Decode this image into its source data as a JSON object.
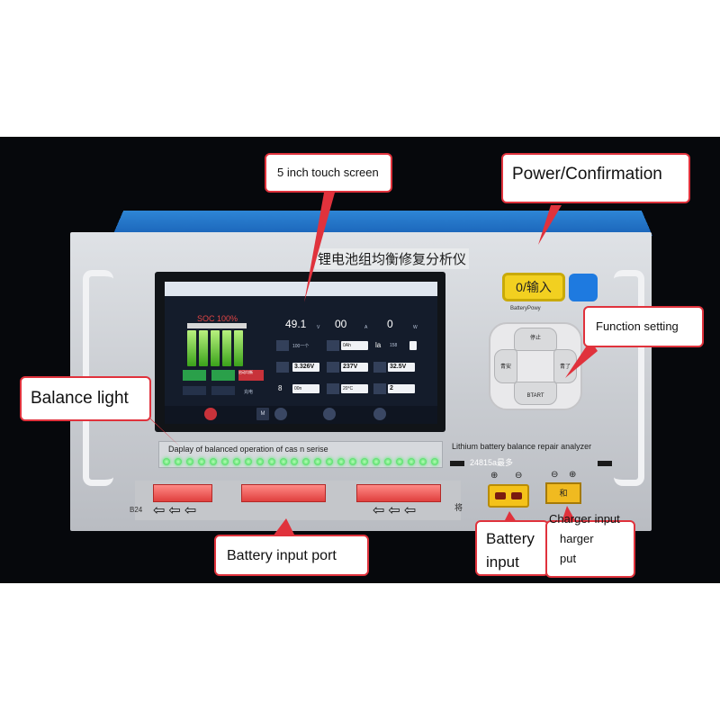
{
  "device": {
    "title": "锂电池组均衡修复分析仪",
    "analyzer_label": "Lithium battery balance repair analyzer",
    "model_label": "24815a最多",
    "balance_text": "Daplay of balanced operation of cas n serise",
    "port_prefix": "B24",
    "port_suffix": "将",
    "plus_symbol": "⊕",
    "minus_symbol": "⊖",
    "charger_button_label": "和"
  },
  "screen": {
    "soc_label": "SOC 100%",
    "voltage": "49.1",
    "voltage_unit": "V",
    "current": "00",
    "current_unit": "A",
    "power": "0",
    "power_unit": "W",
    "row1_small": "100一个",
    "row1_box2": "0Ah",
    "row1_la": "la",
    "row1_box3": "158",
    "row2_box1": "3.326V",
    "row2_box2": "237V",
    "row2_box3": "32.5V",
    "row3_prefix": "8",
    "row3_box1": "00n",
    "row3_box2": "20°C",
    "row3_box3": "2",
    "red_button_label": "启动均衡",
    "side_label": "充电",
    "nav_m": "M"
  },
  "controls": {
    "power_button_label": "0/输入",
    "power_caption": "BatteryPowy",
    "dpad_up": "停止",
    "dpad_left": "青安",
    "dpad_right": "青了",
    "dpad_down": "BTART"
  },
  "annotations": {
    "touch_screen": "5 inch touch screen",
    "power_confirmation": "Power/Confirmation",
    "function_setting": "Function setting",
    "balance_light": "Balance light",
    "battery_input_port": "Battery input port",
    "battery_input_line1": "Battery",
    "battery_input_line2": "input",
    "charger_input_overlay": "Charger input",
    "charger_input_line1": "harger",
    "charger_input_line2": "put"
  },
  "colors": {
    "callout_border": "#e0323c",
    "led_green": "#2ed04a",
    "power_button": "#f2d020",
    "blue_button": "#1e7ae0",
    "top_panel": "#2e86d6"
  }
}
